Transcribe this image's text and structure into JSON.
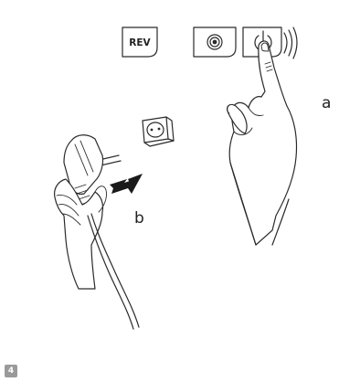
{
  "buttons": {
    "rev_label": "REV"
  },
  "labels": {
    "a": "a",
    "b": "b"
  },
  "step": {
    "number": "4"
  },
  "colors": {
    "line": "#2a2a2a",
    "badge": "#9a9a9a"
  }
}
